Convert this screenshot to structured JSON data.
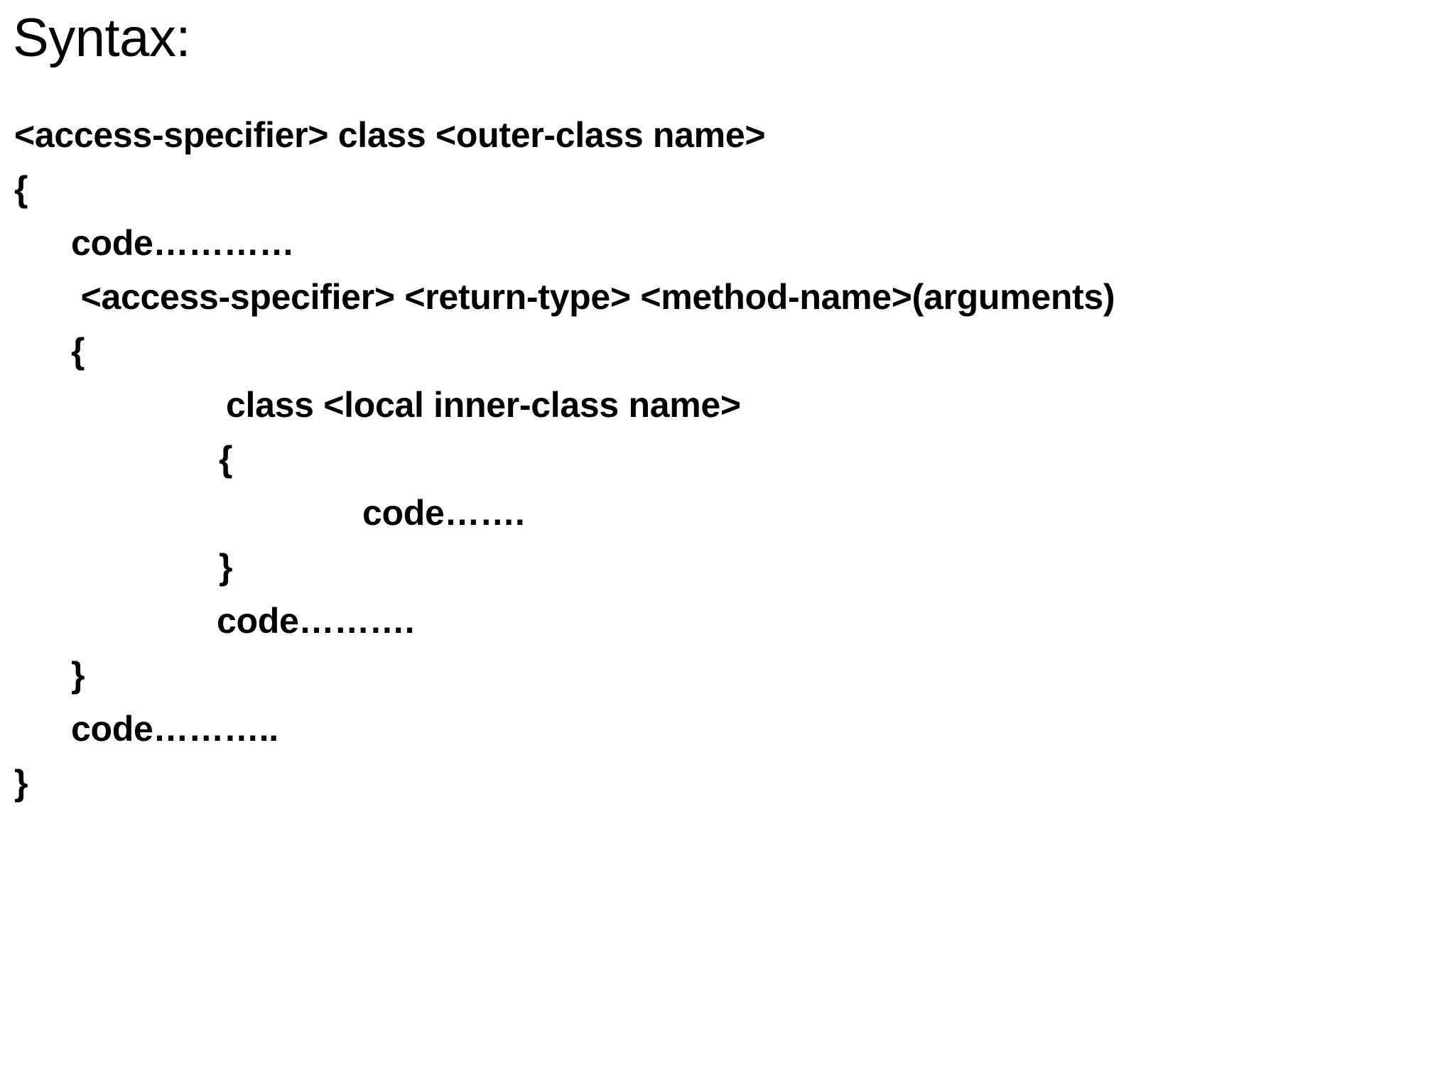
{
  "slide": {
    "background_color": "#ffffff",
    "text_color": "#000000",
    "title": "Syntax:",
    "code_lines": [
      {
        "indent": 0,
        "text": "<access-specifier> class <outer-class name>"
      },
      {
        "indent": 0,
        "text": "{"
      },
      {
        "indent": 1,
        "text": "code…………"
      },
      {
        "indent": 1,
        "text": " <access-specifier> <return-type> <method-name>(arguments)"
      },
      {
        "indent": 1,
        "text": "{"
      },
      {
        "indent": 3,
        "text": "class <local inner-class name>"
      },
      {
        "indent": 3,
        "text": "{"
      },
      {
        "indent": 4,
        "text": "code……."
      },
      {
        "indent": 3,
        "text": "}"
      },
      {
        "indent": 3,
        "text": "code………."
      },
      {
        "indent": 1,
        "text": "}"
      },
      {
        "indent": 1,
        "text": "code……….."
      },
      {
        "indent": 0,
        "text": "}"
      }
    ]
  }
}
